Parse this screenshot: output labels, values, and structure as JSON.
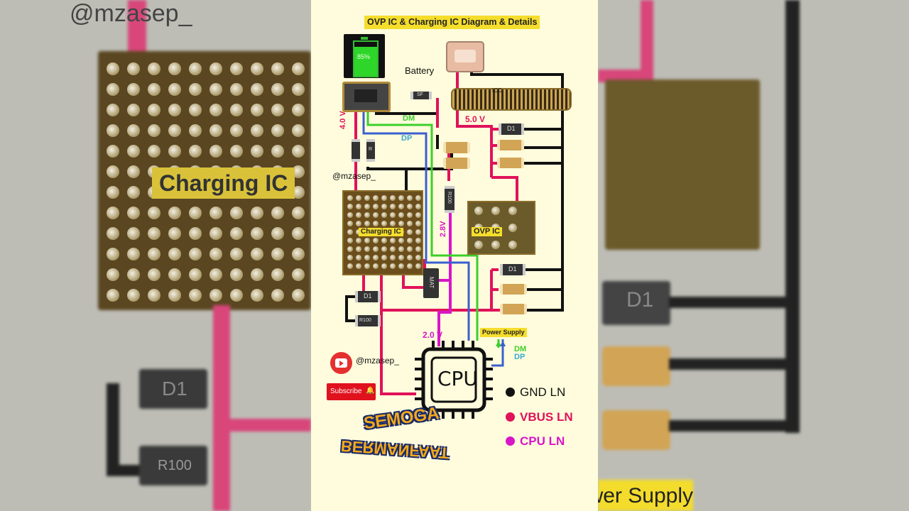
{
  "title": "OVP IC & Charging IC Diagram & Details",
  "watermark": "@mzasep_",
  "battery": {
    "label": "Battery",
    "percent": "85%"
  },
  "voltages": {
    "v40": "4.0 V",
    "v50": "5.0 V",
    "v28": "2.8V",
    "v20": "2.0 V"
  },
  "signals": {
    "dm": "DM",
    "dp": "DP"
  },
  "components": {
    "charging_ic": "Charging IC",
    "ovp_ic": "OVP IC",
    "cpu": "CPU",
    "power_supply": "Power Supply",
    "d1": "D1",
    "r100": "R100",
    "fuse": "SF",
    "connector": "ICC",
    "transistor": "MAT",
    "res_r": "R"
  },
  "legend": [
    {
      "label": "GND LN",
      "color": "#111111"
    },
    {
      "label": "VBUS LN",
      "color": "#e0125a"
    },
    {
      "label": "CPU LN",
      "color": "#d816c8"
    }
  ],
  "channel": {
    "handle": "@mzasep_",
    "subscribe": "Subscribe"
  },
  "banner": {
    "line1": "SEMOGA",
    "line2": "BERMANFAAT"
  },
  "side_left": {
    "handle": "@mzasep_",
    "chip": "Charging IC"
  },
  "side_right": {
    "chip": "D1",
    "supply": "Power Supply"
  },
  "colors": {
    "gnd": "#111111",
    "vbus": "#e0125a",
    "cpu": "#d816c8",
    "dm": "#3ccf2a",
    "dp": "#3a5fd0",
    "title_bg": "#f5dd2c"
  }
}
